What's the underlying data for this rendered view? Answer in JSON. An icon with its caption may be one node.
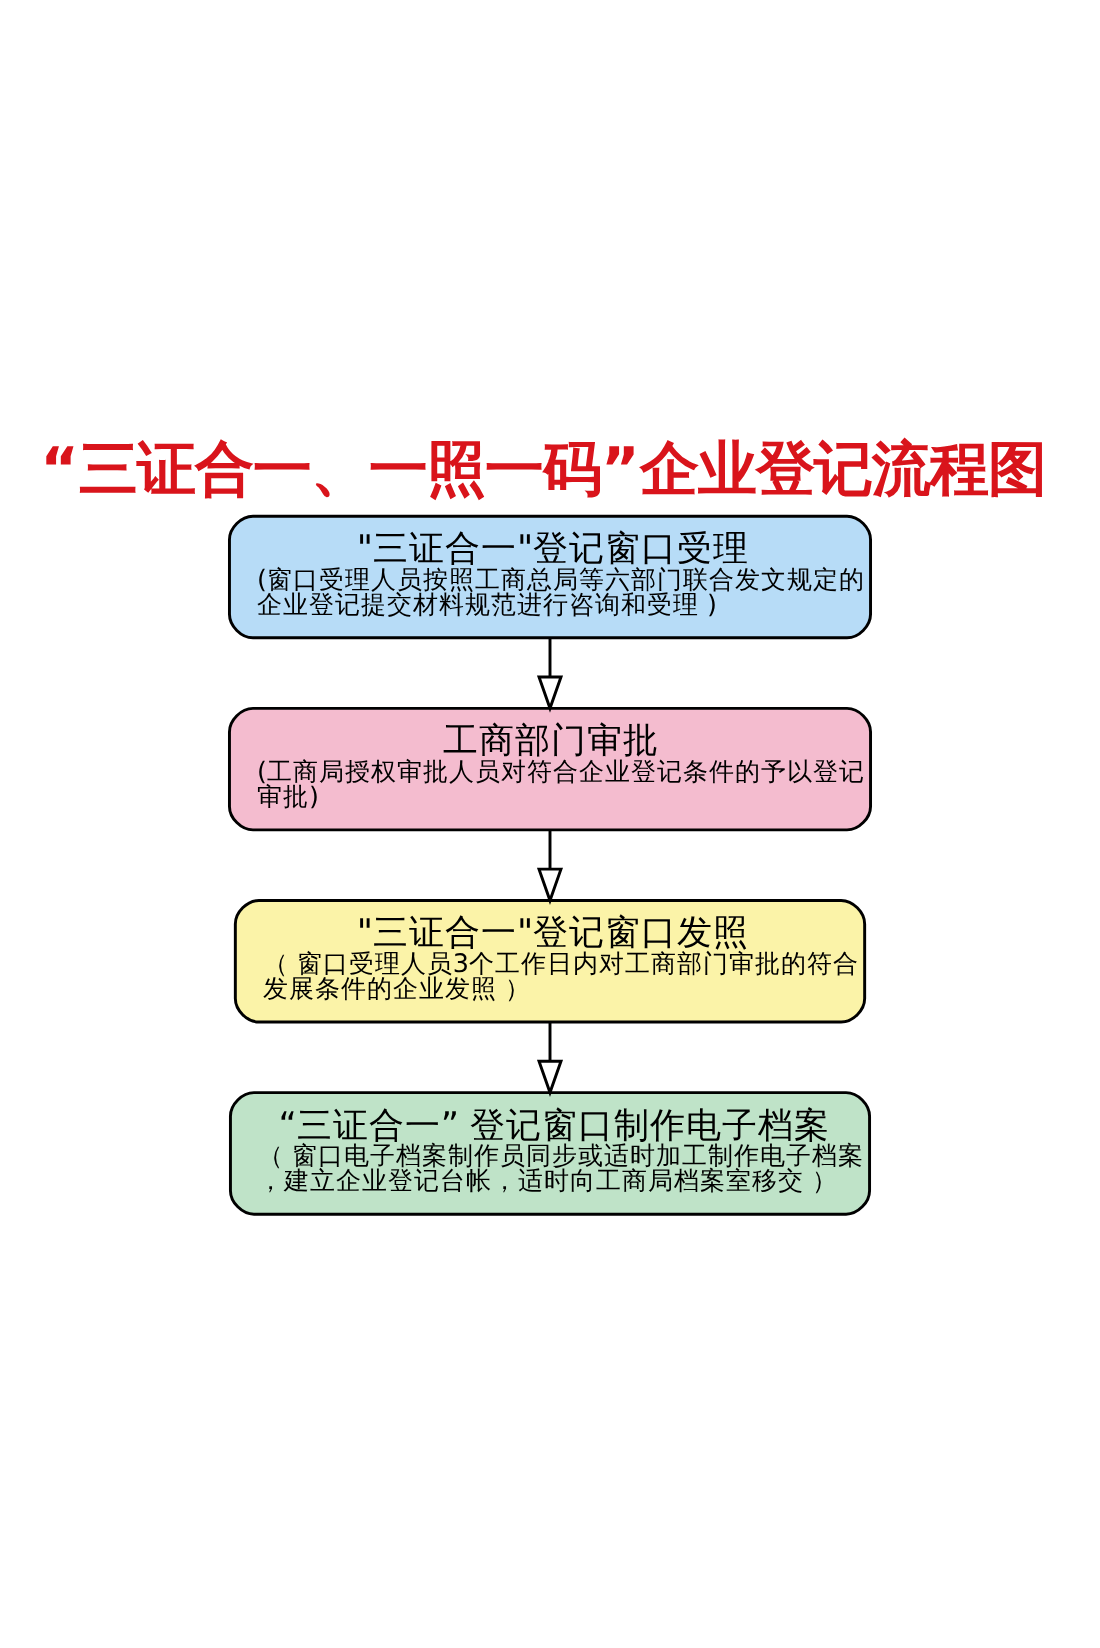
{
  "diagram": {
    "title": "“三证合一、一照一码”企业登记流程图",
    "nodes": [
      {
        "text": [
          "\"三证合一\"登记窗口受理",
          "(窗口受理人员按照工商总局等六部门联合发文规定的企业登记提交材料规范进行咨询和受理 )"
        ]
      },
      {
        "text": [
          "工商部门审批",
          "(工商局授权审批人员对符合企业登记条件的予以登记审批)"
        ]
      },
      {
        "text": [
          "\"三证合一\"登记窗口发照",
          "（ 窗口受理人员3个工作日内对工商部门审批的符合发展条件的企业发照 ）"
        ]
      },
      {
        "text": [
          "“三证合一” 登记窗口制作电子档案",
          "（ 窗口电子档案制作员同步或适时加工制作电子档案，建立企业登记台帐，适时向工商局档案室移交 ）"
        ]
      }
    ],
    "edges": [
      {
        "from": 0,
        "to": 1,
        "arrow": "to"
      },
      {
        "from": 1,
        "to": 2,
        "arrow": "to"
      },
      {
        "from": 2,
        "to": 3,
        "arrow": "to"
      }
    ]
  }
}
